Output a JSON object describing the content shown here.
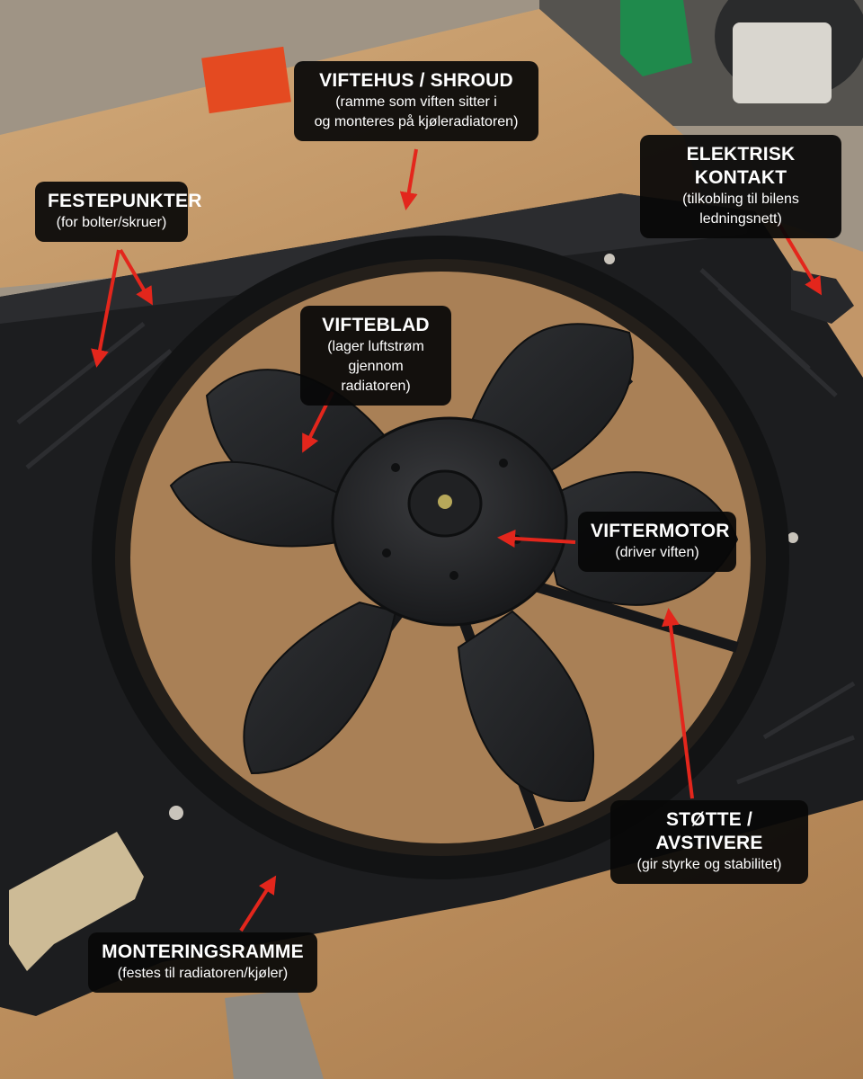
{
  "colors": {
    "arrow": "#e3261c",
    "label_bg": "#0a0a0a",
    "label_text": "#ffffff",
    "cardboard": "#c79d6c",
    "plastic": "#1c1d1f"
  },
  "labels": {
    "shroud": {
      "title": "VIFTEHUS / SHROUD",
      "sub": "(ramme som viften sitter i\nog monteres på kjøleradiatoren)"
    },
    "connector": {
      "title": "ELEKTRISK KONTAKT",
      "sub": "(tilkobling til bilens\nledningsnett)"
    },
    "mounting_points": {
      "title": "FESTEPUNKTER",
      "sub": "(for bolter/skruer)"
    },
    "blades": {
      "title": "VIFTEBLAD",
      "sub": "(lager luftstrøm\ngjennom radiatoren)"
    },
    "motor": {
      "title": "VIFTERMOTOR",
      "sub": "(driver viften)"
    },
    "braces": {
      "title": "STØTTE / AVSTIVERE",
      "sub": "(gir styrke og stabilitet)"
    },
    "frame": {
      "title": "MONTERINGSRAMME",
      "sub": "(festes til radiatoren/kjøler)"
    }
  }
}
